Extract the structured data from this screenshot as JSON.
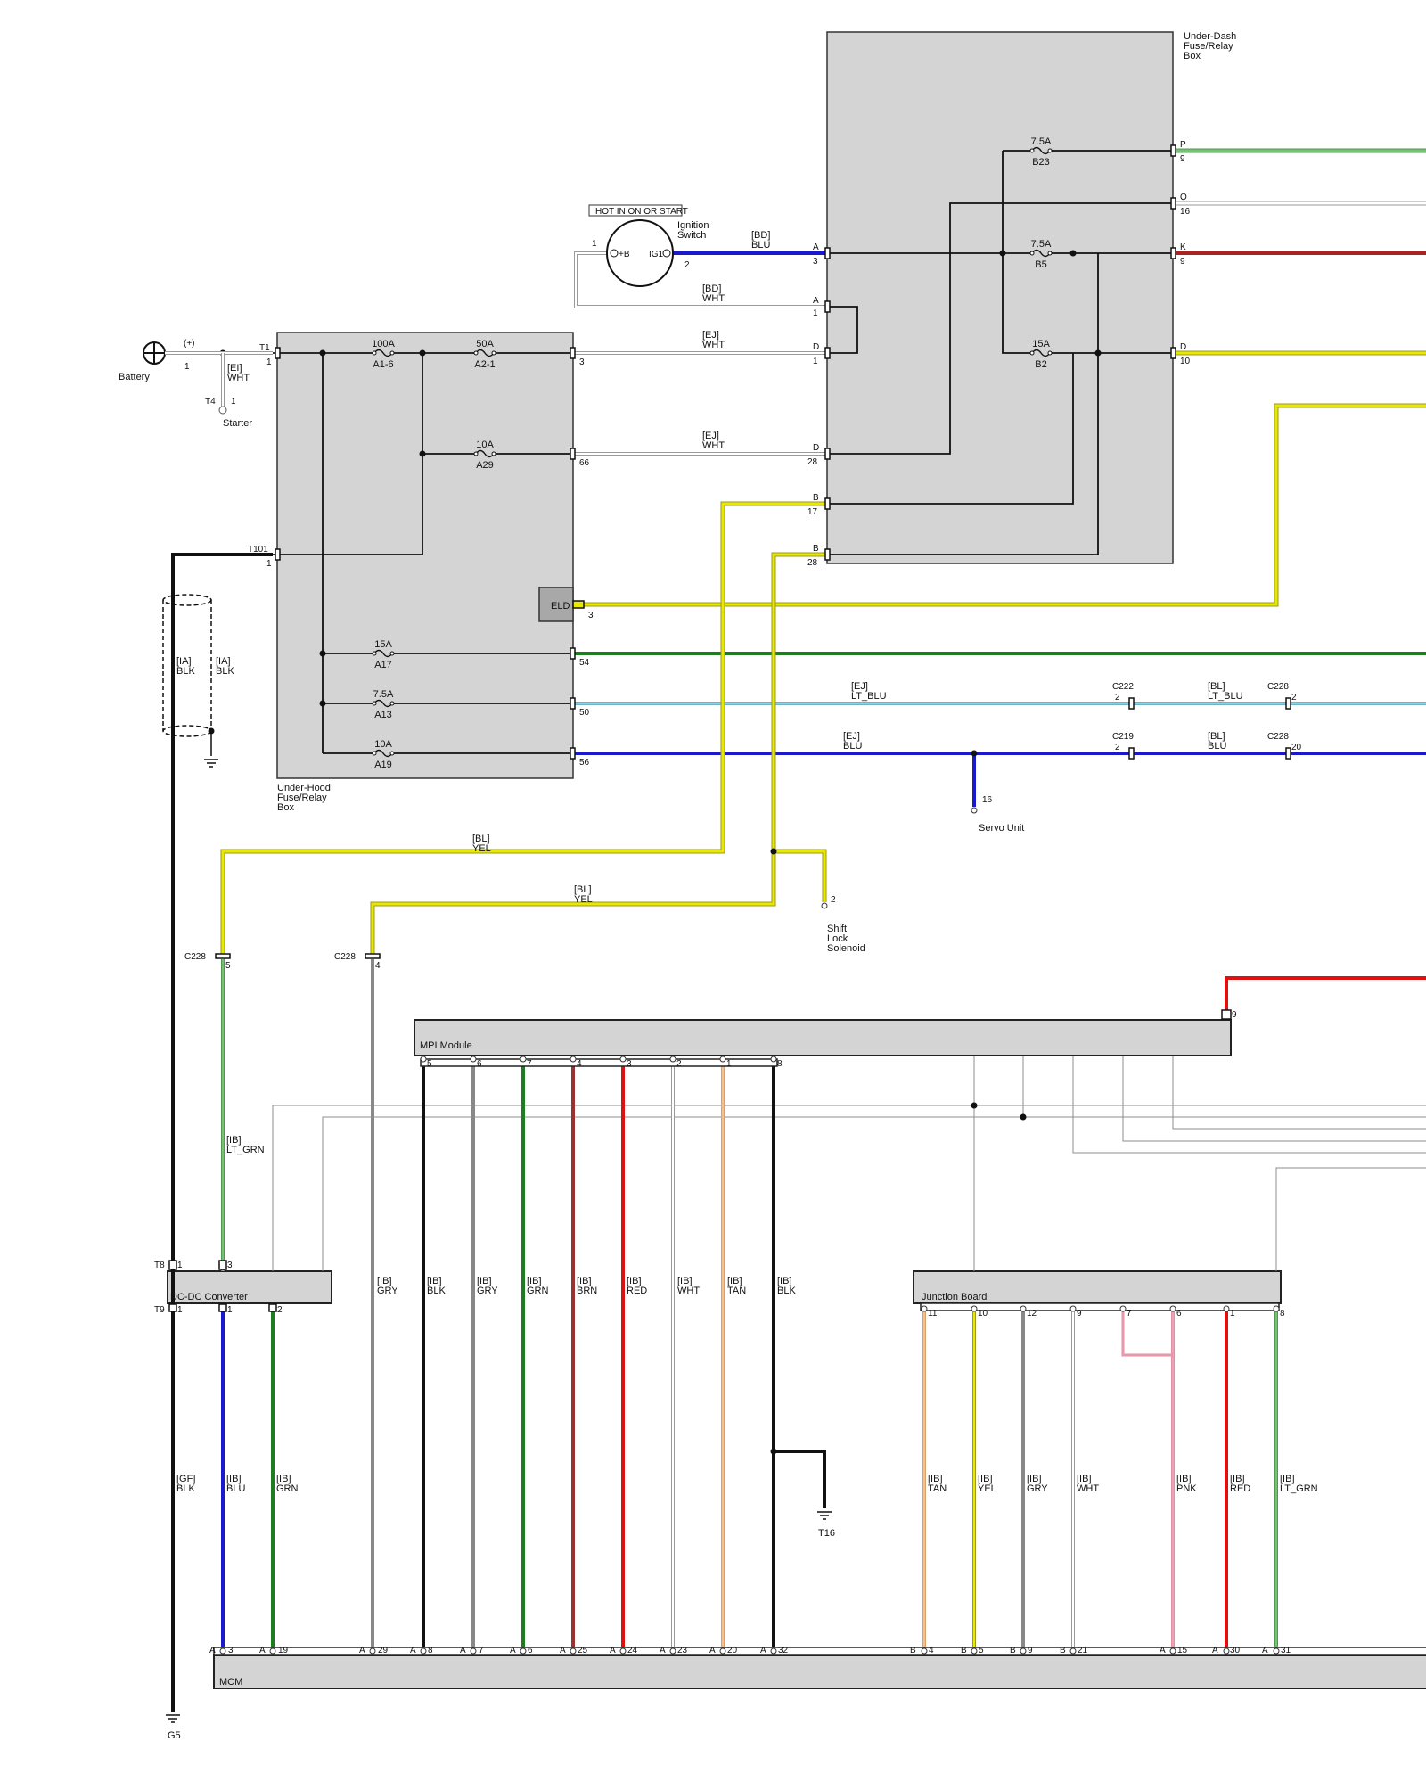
{
  "colors": {
    "BLU": "#1a1acc",
    "WHT": "#c8c8c8",
    "WHT_inner": "#ffffff",
    "YEL": "#e8e800",
    "GRN": "#1e7d1e",
    "LT_GRN": "#77c077",
    "LT_BLU": "#8ecfe0",
    "RED": "#dd1111",
    "DKRED": "#aa2222",
    "BRN": "#993333",
    "GRY": "#888888",
    "TAN": "#f5c08a",
    "PNK": "#f0a0b4",
    "BLK": "#111111",
    "box_fill": "#d4d4d4"
  },
  "components": {
    "battery": "Battery",
    "starter": "Starter",
    "ignition_switch": "Ignition\nSwitch",
    "hot_in": "HOT IN ON OR START",
    "under_hood_box": "Under-Hood\nFuse/Relay\nBox",
    "under_dash_box": "Under-Dash\nFuse/Relay\nBox",
    "eld": "ELD",
    "mpi_module": "MPI Module",
    "dcdc_converter": "DC-DC Converter",
    "junction_board": "Junction Board",
    "mcm": "MCM",
    "servo_unit": "Servo Unit",
    "shift_lock": "Shift\nLock\nSolenoid",
    "ground_g5": "G5",
    "ground_t16": "T16"
  },
  "fuses": [
    {
      "id": "f_a16",
      "rating": "100A",
      "name": "A1-6"
    },
    {
      "id": "f_a21",
      "rating": "50A",
      "name": "A2-1"
    },
    {
      "id": "f_a29",
      "rating": "10A",
      "name": "A29"
    },
    {
      "id": "f_a17",
      "rating": "15A",
      "name": "A17"
    },
    {
      "id": "f_a13",
      "rating": "7.5A",
      "name": "A13"
    },
    {
      "id": "f_a19",
      "rating": "10A",
      "name": "A19"
    },
    {
      "id": "f_b23",
      "rating": "7.5A",
      "name": "B23"
    },
    {
      "id": "f_b5",
      "rating": "7.5A",
      "name": "B5"
    },
    {
      "id": "f_b2",
      "rating": "15A",
      "name": "B2"
    }
  ],
  "wire_labels": [
    {
      "id": "w1",
      "text": "[BD]\nBLU"
    },
    {
      "id": "w2",
      "text": "[BD]\nWHT"
    },
    {
      "id": "w3",
      "text": "[EJ]\nWHT"
    },
    {
      "id": "w4",
      "text": "[EJ]\nWHT"
    },
    {
      "id": "w5",
      "text": "[EI]\nWHT"
    },
    {
      "id": "w6",
      "text": "[EJ]\nLT_BLU"
    },
    {
      "id": "w7",
      "text": "[BL]\nLT_BLU"
    },
    {
      "id": "w8",
      "text": "[EJ]\nBLU"
    },
    {
      "id": "w9",
      "text": "[BL]\nBLU"
    },
    {
      "id": "w10",
      "text": "[BL]\nYEL"
    },
    {
      "id": "w11",
      "text": "[BL]\nYEL"
    },
    {
      "id": "w12",
      "text": "[IA]\nBLK"
    },
    {
      "id": "w13",
      "text": "[IA]\nBLK"
    },
    {
      "id": "w14",
      "text": "[IB]\nLT_GRN"
    },
    {
      "id": "w15",
      "text": "[IB]\nGRY"
    },
    {
      "id": "w16",
      "text": "[IB]\nBLK"
    },
    {
      "id": "w17",
      "text": "[IB]\nGRY"
    },
    {
      "id": "w18",
      "text": "[IB]\nGRN"
    },
    {
      "id": "w19",
      "text": "[IB]\nBRN"
    },
    {
      "id": "w20",
      "text": "[IB]\nRED"
    },
    {
      "id": "w21",
      "text": "[IB]\nWHT"
    },
    {
      "id": "w22",
      "text": "[IB]\nTAN"
    },
    {
      "id": "w23",
      "text": "[IB]\nBLK"
    },
    {
      "id": "w24",
      "text": "[GF]\nBLK"
    },
    {
      "id": "w25",
      "text": "[IB]\nBLU"
    },
    {
      "id": "w26",
      "text": "[IB]\nGRN"
    },
    {
      "id": "w27",
      "text": "[IB]\nTAN"
    },
    {
      "id": "w28",
      "text": "[IB]\nYEL"
    },
    {
      "id": "w29",
      "text": "[IB]\nGRY"
    },
    {
      "id": "w30",
      "text": "[IB]\nWHT"
    },
    {
      "id": "w31",
      "text": "[IB]\nPNK"
    },
    {
      "id": "w32",
      "text": "[IB]\nRED"
    },
    {
      "id": "w33",
      "text": "[IB]\nLT_GRN"
    }
  ],
  "labels": [
    {
      "id": "l_plus",
      "text": "(+)"
    },
    {
      "id": "l_bat1",
      "text": "1"
    },
    {
      "id": "l_t4",
      "text": "T4"
    },
    {
      "id": "l_t4p",
      "text": "1"
    },
    {
      "id": "l_t1",
      "text": "T1"
    },
    {
      "id": "l_t1p",
      "text": "1"
    },
    {
      "id": "l_t101",
      "text": "T101"
    },
    {
      "id": "l_t101p",
      "text": "1"
    },
    {
      "id": "l_uh3",
      "text": "3"
    },
    {
      "id": "l_uh66",
      "text": "66"
    },
    {
      "id": "l_uh54",
      "text": "54"
    },
    {
      "id": "l_uh50",
      "text": "50"
    },
    {
      "id": "l_uh56",
      "text": "56"
    },
    {
      "id": "l_eld3",
      "text": "3"
    },
    {
      "id": "l_ig1",
      "text": "1"
    },
    {
      "id": "l_ig2",
      "text": "2"
    },
    {
      "id": "l_igb",
      "text": "+B"
    },
    {
      "id": "l_igig",
      "text": "IG1"
    },
    {
      "id": "l_udA3",
      "text": "A"
    },
    {
      "id": "l_ud3",
      "text": "3"
    },
    {
      "id": "l_udA1",
      "text": "A"
    },
    {
      "id": "l_ud1a",
      "text": "1"
    },
    {
      "id": "l_udD1",
      "text": "D"
    },
    {
      "id": "l_ud1b",
      "text": "1"
    },
    {
      "id": "l_udD28",
      "text": "D"
    },
    {
      "id": "l_ud28a",
      "text": "28"
    },
    {
      "id": "l_udB17",
      "text": "B"
    },
    {
      "id": "l_ud17",
      "text": "17"
    },
    {
      "id": "l_udB28",
      "text": "B"
    },
    {
      "id": "l_ud28b",
      "text": "28"
    },
    {
      "id": "l_udP",
      "text": "P"
    },
    {
      "id": "l_ud9a",
      "text": "9"
    },
    {
      "id": "l_udQ",
      "text": "Q"
    },
    {
      "id": "l_ud16",
      "text": "16"
    },
    {
      "id": "l_udK",
      "text": "K"
    },
    {
      "id": "l_ud9b",
      "text": "9"
    },
    {
      "id": "l_udD",
      "text": "D"
    },
    {
      "id": "l_ud10",
      "text": "10"
    },
    {
      "id": "l_c222",
      "text": "C222"
    },
    {
      "id": "l_c222p",
      "text": "2"
    },
    {
      "id": "l_c228a",
      "text": "C228"
    },
    {
      "id": "l_c228ap",
      "text": "2"
    },
    {
      "id": "l_c219",
      "text": "C219"
    },
    {
      "id": "l_c219p",
      "text": "2"
    },
    {
      "id": "l_c228b",
      "text": "C228"
    },
    {
      "id": "l_c228bp",
      "text": "20"
    },
    {
      "id": "l_servo16",
      "text": "16"
    },
    {
      "id": "l_shift2",
      "text": "2"
    },
    {
      "id": "l_c228c",
      "text": "C228"
    },
    {
      "id": "l_c228cp",
      "text": "5"
    },
    {
      "id": "l_c228d",
      "text": "C228"
    },
    {
      "id": "l_c228dp",
      "text": "4"
    },
    {
      "id": "l_mpi9",
      "text": "9"
    },
    {
      "id": "l_mp5",
      "text": "5"
    },
    {
      "id": "l_mp6",
      "text": "6"
    },
    {
      "id": "l_mp7",
      "text": "7"
    },
    {
      "id": "l_mp4",
      "text": "4"
    },
    {
      "id": "l_mp3",
      "text": "3"
    },
    {
      "id": "l_mp2",
      "text": "2"
    },
    {
      "id": "l_mp1",
      "text": "1"
    },
    {
      "id": "l_mp8",
      "text": "8"
    },
    {
      "id": "l_t8",
      "text": "T8"
    },
    {
      "id": "l_t8p",
      "text": "1"
    },
    {
      "id": "l_dc3",
      "text": "3"
    },
    {
      "id": "l_t9",
      "text": "T9"
    },
    {
      "id": "l_t9p",
      "text": "1"
    },
    {
      "id": "l_dc1",
      "text": "1"
    },
    {
      "id": "l_dc2",
      "text": "2"
    },
    {
      "id": "l_jb11",
      "text": "11"
    },
    {
      "id": "l_jb10",
      "text": "10"
    },
    {
      "id": "l_jb12",
      "text": "12"
    },
    {
      "id": "l_jb9",
      "text": "9"
    },
    {
      "id": "l_jb7",
      "text": "7"
    },
    {
      "id": "l_jb6",
      "text": "6"
    },
    {
      "id": "l_jb1",
      "text": "1"
    },
    {
      "id": "l_jb8",
      "text": "8"
    },
    {
      "id": "l_mcA3",
      "text": "A"
    },
    {
      "id": "l_mc3",
      "text": "3"
    },
    {
      "id": "l_mcA19",
      "text": "A"
    },
    {
      "id": "l_mc19",
      "text": "19"
    },
    {
      "id": "l_mcA29",
      "text": "A"
    },
    {
      "id": "l_mc29",
      "text": "29"
    },
    {
      "id": "l_mcA8",
      "text": "A"
    },
    {
      "id": "l_mc8",
      "text": "8"
    },
    {
      "id": "l_mcA7",
      "text": "A"
    },
    {
      "id": "l_mc7",
      "text": "7"
    },
    {
      "id": "l_mcA6",
      "text": "A"
    },
    {
      "id": "l_mc6",
      "text": "6"
    },
    {
      "id": "l_mcA25",
      "text": "A"
    },
    {
      "id": "l_mc25",
      "text": "25"
    },
    {
      "id": "l_mcA24",
      "text": "A"
    },
    {
      "id": "l_mc24",
      "text": "24"
    },
    {
      "id": "l_mcA23",
      "text": "A"
    },
    {
      "id": "l_mc23",
      "text": "23"
    },
    {
      "id": "l_mcA20",
      "text": "A"
    },
    {
      "id": "l_mc20",
      "text": "20"
    },
    {
      "id": "l_mcA32",
      "text": "A"
    },
    {
      "id": "l_mc32",
      "text": "32"
    },
    {
      "id": "l_mcB4",
      "text": "B"
    },
    {
      "id": "l_mc4",
      "text": "4"
    },
    {
      "id": "l_mcB5",
      "text": "B"
    },
    {
      "id": "l_mc5",
      "text": "5"
    },
    {
      "id": "l_mcB9",
      "text": "B"
    },
    {
      "id": "l_mc9",
      "text": "9"
    },
    {
      "id": "l_mcB21",
      "text": "B"
    },
    {
      "id": "l_mc21",
      "text": "21"
    },
    {
      "id": "l_mcA15",
      "text": "A"
    },
    {
      "id": "l_mc15",
      "text": "15"
    },
    {
      "id": "l_mcA30",
      "text": "A"
    },
    {
      "id": "l_mc30",
      "text": "30"
    },
    {
      "id": "l_mcA31",
      "text": "A"
    },
    {
      "id": "l_mc31",
      "text": "31"
    }
  ]
}
